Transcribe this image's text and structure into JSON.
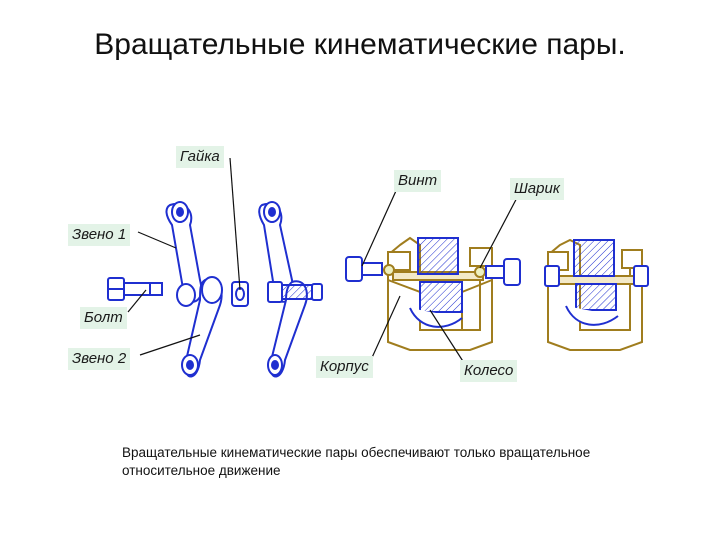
{
  "title": "Вращательные кинематические пары.",
  "labels": {
    "nut": "Гайка",
    "screw": "Винт",
    "ball": "Шарик",
    "link1": "Звено 1",
    "bolt": "Болт",
    "link2": "Звено 2",
    "housing": "Корпус",
    "wheel": "Колесо"
  },
  "caption": "Вращательные кинематические пары обеспечивают только вращательное относительное движение",
  "colors": {
    "label_bg": "#e3f3e7",
    "link_blue": "#1f2fd0",
    "housing_gold": "#a07d1e",
    "leader": "#111111"
  }
}
